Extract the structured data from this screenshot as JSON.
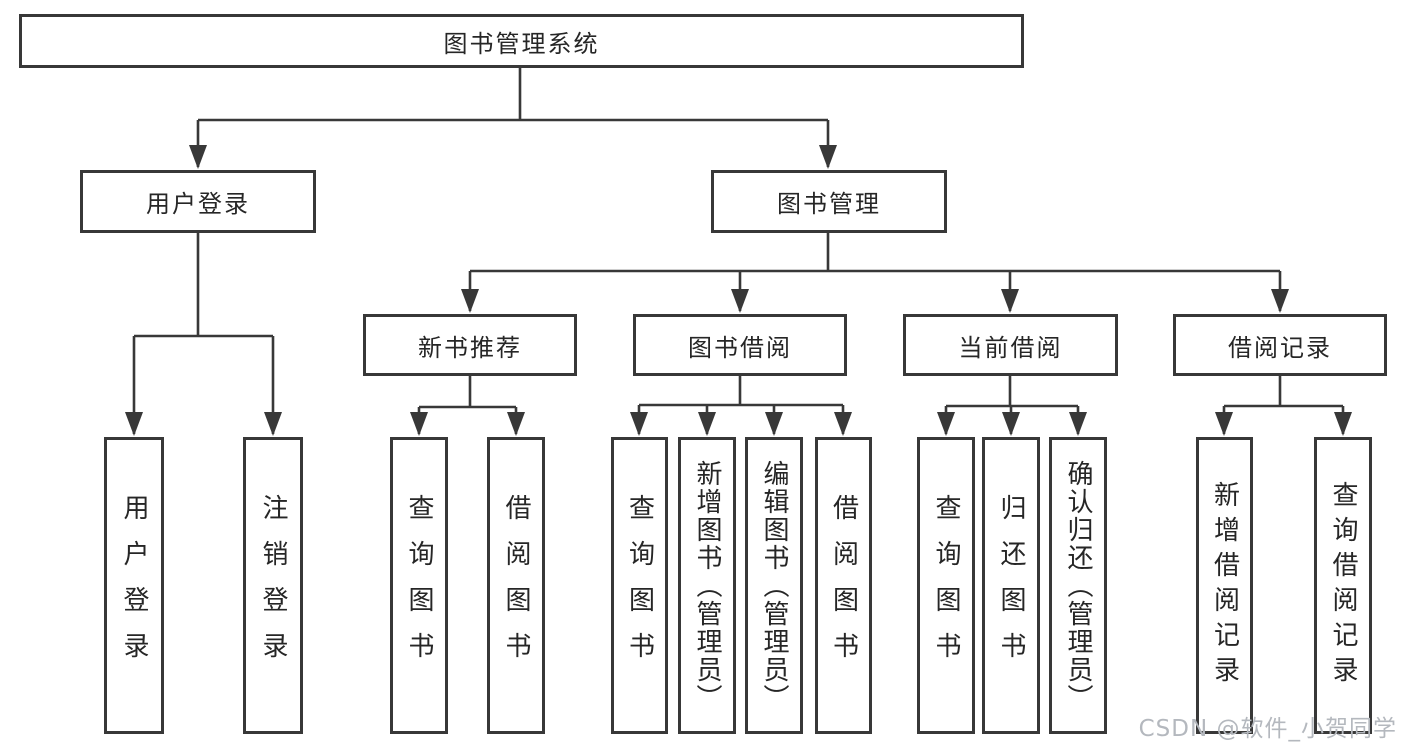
{
  "diagram": {
    "title": "图书管理系统",
    "type": "hierarchy-tree"
  },
  "colors": {
    "line": "#383838",
    "box_border": "#383838",
    "text": "#262626",
    "watermark": "#b4b8be",
    "background": "#ffffff"
  },
  "nodes": {
    "root": {
      "label": "图书管理系统"
    },
    "user_login": {
      "label": "用户登录"
    },
    "book_mgmt": {
      "label": "图书管理"
    },
    "new_book_rec": {
      "label": "新书推荐"
    },
    "book_borrow": {
      "label": "图书借阅"
    },
    "current_borrow": {
      "label": "当前借阅"
    },
    "borrow_record": {
      "label": "借阅记录"
    },
    "leaf_user_login": {
      "label": "用户登录"
    },
    "leaf_logout": {
      "label": "注销登录"
    },
    "leaf_query_book_rec": {
      "label": "查询图书"
    },
    "leaf_borrow_book_rec": {
      "label": "借阅图书"
    },
    "leaf_query_book_borrow": {
      "label": "查询图书"
    },
    "leaf_add_book_admin": {
      "label": "新增图书（管理员）"
    },
    "leaf_edit_book_admin": {
      "label": "编辑图书（管理员）"
    },
    "leaf_borrow_book_borrow": {
      "label": "借阅图书"
    },
    "leaf_query_book_current": {
      "label": "查询图书"
    },
    "leaf_return_book": {
      "label": "归还图书"
    },
    "leaf_confirm_return_admin": {
      "label": "确认归还（管理员）"
    },
    "leaf_add_borrow_record": {
      "label": "新增借阅记录"
    },
    "leaf_query_borrow_record": {
      "label": "查询借阅记录"
    }
  },
  "edges": [
    {
      "parent": "root",
      "children": [
        "user_login",
        "book_mgmt"
      ]
    },
    {
      "parent": "user_login",
      "children": [
        "leaf_user_login",
        "leaf_logout"
      ]
    },
    {
      "parent": "book_mgmt",
      "children": [
        "new_book_rec",
        "book_borrow",
        "current_borrow",
        "borrow_record"
      ]
    },
    {
      "parent": "new_book_rec",
      "children": [
        "leaf_query_book_rec",
        "leaf_borrow_book_rec"
      ]
    },
    {
      "parent": "book_borrow",
      "children": [
        "leaf_query_book_borrow",
        "leaf_add_book_admin",
        "leaf_edit_book_admin",
        "leaf_borrow_book_borrow"
      ]
    },
    {
      "parent": "current_borrow",
      "children": [
        "leaf_query_book_current",
        "leaf_return_book",
        "leaf_confirm_return_admin"
      ]
    },
    {
      "parent": "borrow_record",
      "children": [
        "leaf_add_borrow_record",
        "leaf_query_borrow_record"
      ]
    }
  ],
  "watermark": {
    "text": "CSDN @软件_小贺同学"
  }
}
